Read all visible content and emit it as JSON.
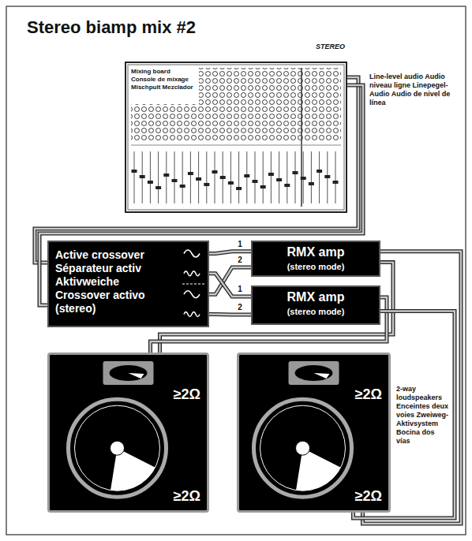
{
  "diagram": {
    "title": "Stereo biamp mix #2",
    "nodes": [
      {
        "text": [
          "Mixing board Console de mixage Mischpult Mezclador"
        ]
      },
      {
        "text": [
          "Active crossover Séparateur activ Aktivweiche Crossover activo (stereo)"
        ]
      },
      {
        "text": [
          "RMX amp",
          "(stereo mode)"
        ]
      },
      {
        "text": [
          "RMX amp",
          "(stereo mode)"
        ]
      },
      {
        "text": [
          "≥2Ω",
          "≥2Ω"
        ]
      },
      {
        "text": [
          "≥2Ω",
          "≥2Ω"
        ]
      }
    ],
    "edges": [
      {
        "from": 0,
        "to": 1,
        "arrow": "none"
      },
      {
        "from": 0,
        "to": 1,
        "arrow": "none"
      },
      {
        "from": 1,
        "to": 2,
        "label": "1",
        "arrow": "none"
      },
      {
        "from": 1,
        "to": 2,
        "label": "2",
        "arrow": "none"
      },
      {
        "from": 1,
        "to": 3,
        "label": "1",
        "arrow": "none"
      },
      {
        "from": 1,
        "to": 3,
        "label": "2",
        "arrow": "none"
      },
      {
        "from": 2,
        "to": 4,
        "arrow": "none"
      },
      {
        "from": 2,
        "to": 5,
        "arrow": "none"
      },
      {
        "from": 3,
        "to": 4,
        "arrow": "none"
      },
      {
        "from": 3,
        "to": 5,
        "arrow": "none"
      }
    ],
    "labels": [
      "STEREO",
      "Line-level audio Audio niveau ligne Linepegel-Audio Audio de nivel de línea",
      "2-way loudspeakers Enceintes deux voies Zweiweg-Aktivsystem Bocina dos vías"
    ]
  }
}
